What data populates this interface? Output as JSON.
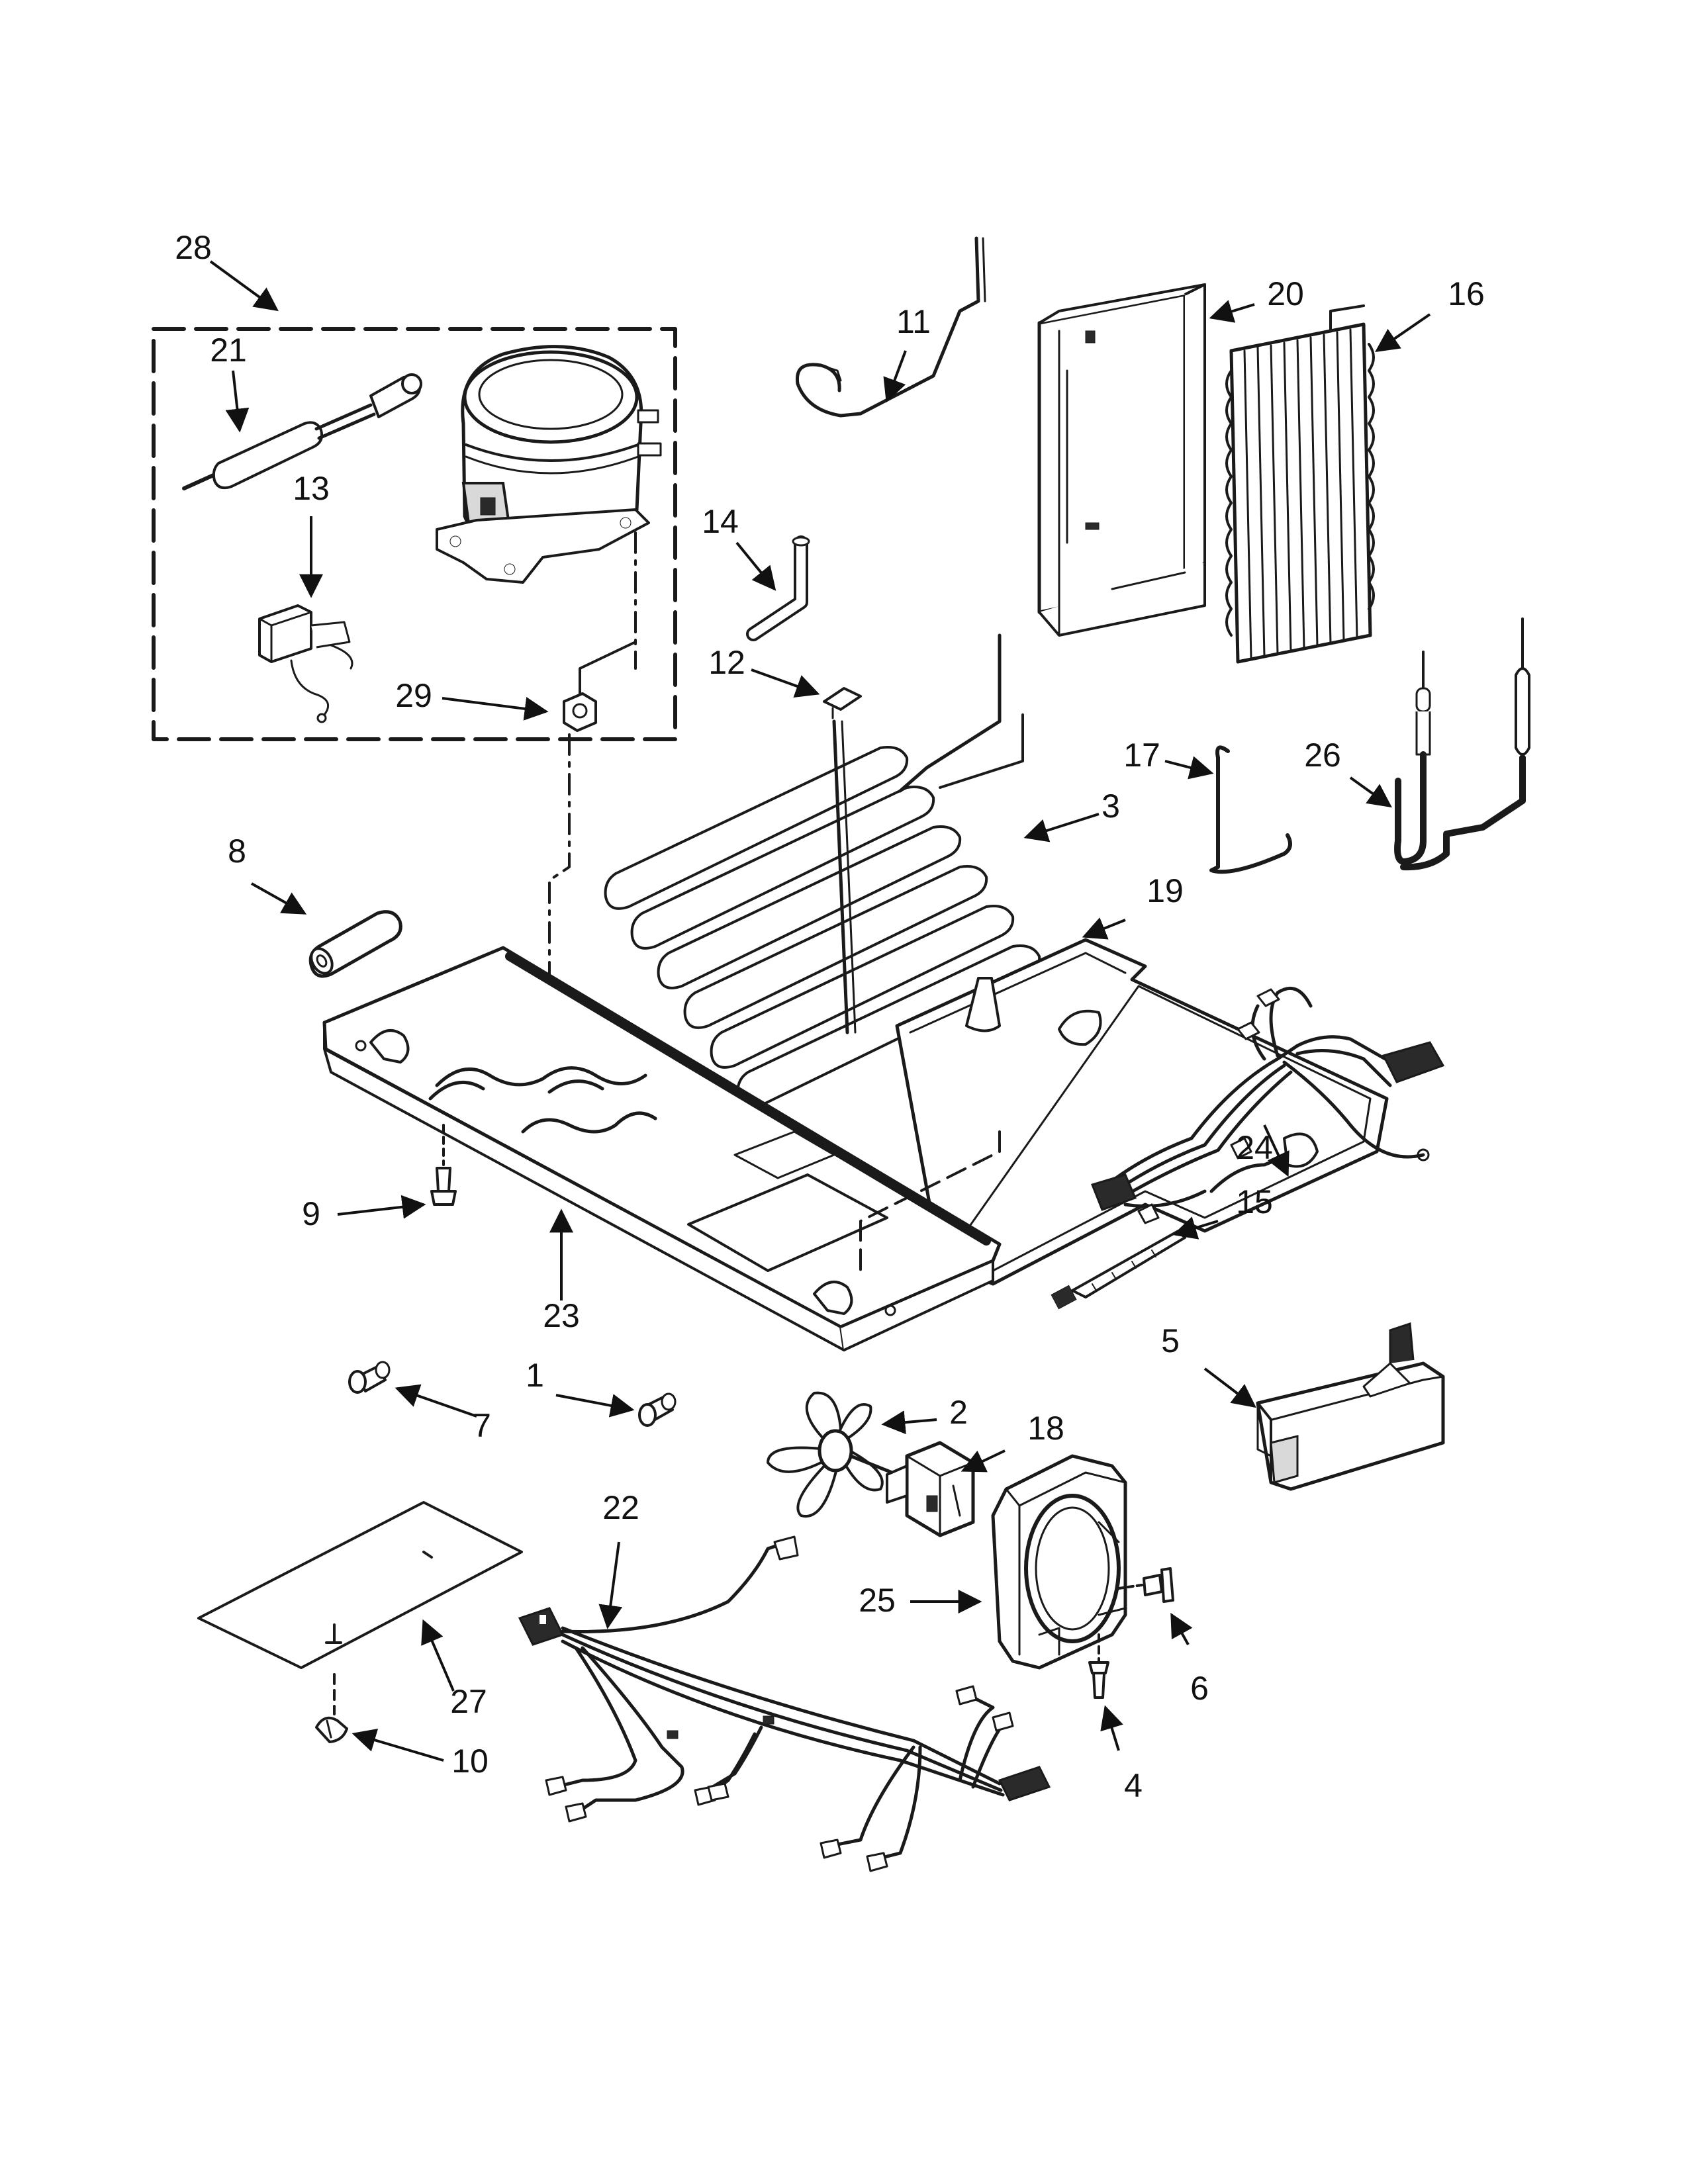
{
  "callouts": [
    {
      "id": "1",
      "label": "1"
    },
    {
      "id": "2",
      "label": "2"
    },
    {
      "id": "3",
      "label": "3"
    },
    {
      "id": "4",
      "label": "4"
    },
    {
      "id": "5",
      "label": "5"
    },
    {
      "id": "6",
      "label": "6"
    },
    {
      "id": "7",
      "label": "7"
    },
    {
      "id": "8",
      "label": "8"
    },
    {
      "id": "9",
      "label": "9"
    },
    {
      "id": "10",
      "label": "10"
    },
    {
      "id": "11",
      "label": "11"
    },
    {
      "id": "12",
      "label": "12"
    },
    {
      "id": "13",
      "label": "13"
    },
    {
      "id": "14",
      "label": "14"
    },
    {
      "id": "15",
      "label": "15"
    },
    {
      "id": "16",
      "label": "16"
    },
    {
      "id": "17",
      "label": "17"
    },
    {
      "id": "18",
      "label": "18"
    },
    {
      "id": "19",
      "label": "19"
    },
    {
      "id": "20",
      "label": "20"
    },
    {
      "id": "21",
      "label": "21"
    },
    {
      "id": "22",
      "label": "22"
    },
    {
      "id": "23",
      "label": "23"
    },
    {
      "id": "24",
      "label": "24"
    },
    {
      "id": "25",
      "label": "25"
    },
    {
      "id": "26",
      "label": "26"
    },
    {
      "id": "27",
      "label": "27"
    },
    {
      "id": "28",
      "label": "28"
    },
    {
      "id": "29",
      "label": "29"
    }
  ],
  "colors": {
    "ink": "#1a1a1a",
    "background": "#ffffff"
  }
}
